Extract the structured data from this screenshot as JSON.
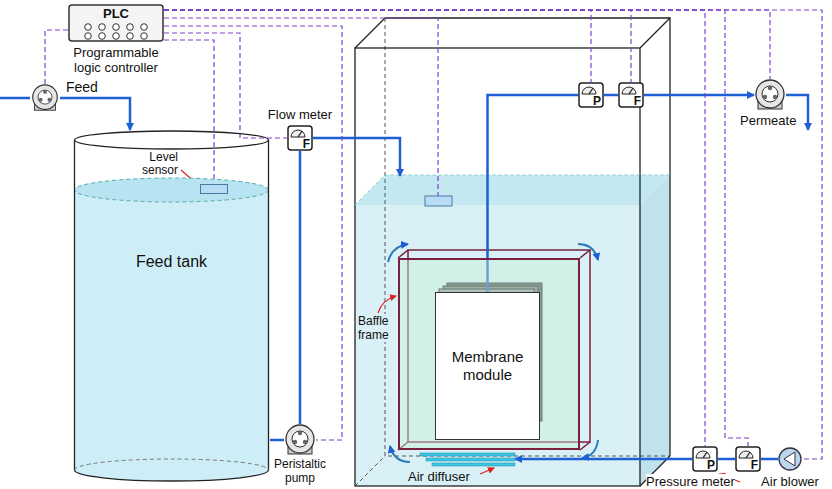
{
  "diagram": {
    "nodes": [
      {
        "text": [
          "PLC",
          "Programmable logic controller"
        ]
      },
      {
        "text": [
          "Feed tank"
        ]
      },
      {
        "text": [
          "Level sensor"
        ],
        "in": 1
      },
      {
        "text": [
          "Feed"
        ]
      },
      {
        "text": [
          "Peristaltic pump"
        ]
      },
      {
        "text": [
          "F",
          "Flow meter"
        ]
      },
      {
        "text": [
          "Baffle frame"
        ]
      },
      {
        "text": [
          "Membrane module"
        ],
        "in": 6
      },
      {
        "text": [
          "Air diffuser"
        ]
      },
      {
        "text": [
          "P"
        ]
      },
      {
        "text": [
          "F"
        ]
      },
      {
        "text": [
          "Permeate"
        ]
      },
      {
        "text": [
          "P",
          "Pressure meter"
        ]
      },
      {
        "text": [
          "F"
        ]
      },
      {
        "text": [
          "Air blower"
        ]
      }
    ],
    "edges": [
      {
        "from": 3,
        "to": 1,
        "arrow": "to"
      },
      {
        "from": 1,
        "to": 4,
        "arrow": "none"
      },
      {
        "from": 4,
        "to": 5,
        "arrow": "none"
      },
      {
        "from": 7,
        "to": 9,
        "arrow": "none"
      },
      {
        "from": 9,
        "to": 10,
        "arrow": "none"
      },
      {
        "from": 10,
        "to": 11,
        "arrow": "to"
      },
      {
        "from": 14,
        "to": 13,
        "arrow": "none"
      },
      {
        "from": 13,
        "to": 12,
        "arrow": "none"
      },
      {
        "from": 12,
        "to": 8,
        "arrow": "to"
      },
      {
        "from": 0,
        "to": 3,
        "arrow": "none"
      },
      {
        "from": 0,
        "to": 2,
        "arrow": "none"
      },
      {
        "from": 0,
        "to": 4,
        "arrow": "none"
      },
      {
        "from": 0,
        "to": 5,
        "arrow": "none"
      },
      {
        "from": 0,
        "to": 9,
        "arrow": "none"
      },
      {
        "from": 0,
        "to": 10,
        "arrow": "none"
      },
      {
        "from": 0,
        "to": 11,
        "arrow": "none"
      },
      {
        "from": 0,
        "to": 12,
        "arrow": "none"
      },
      {
        "from": 0,
        "to": 13,
        "arrow": "none"
      },
      {
        "from": 0,
        "to": 14,
        "arrow": "none"
      }
    ]
  }
}
